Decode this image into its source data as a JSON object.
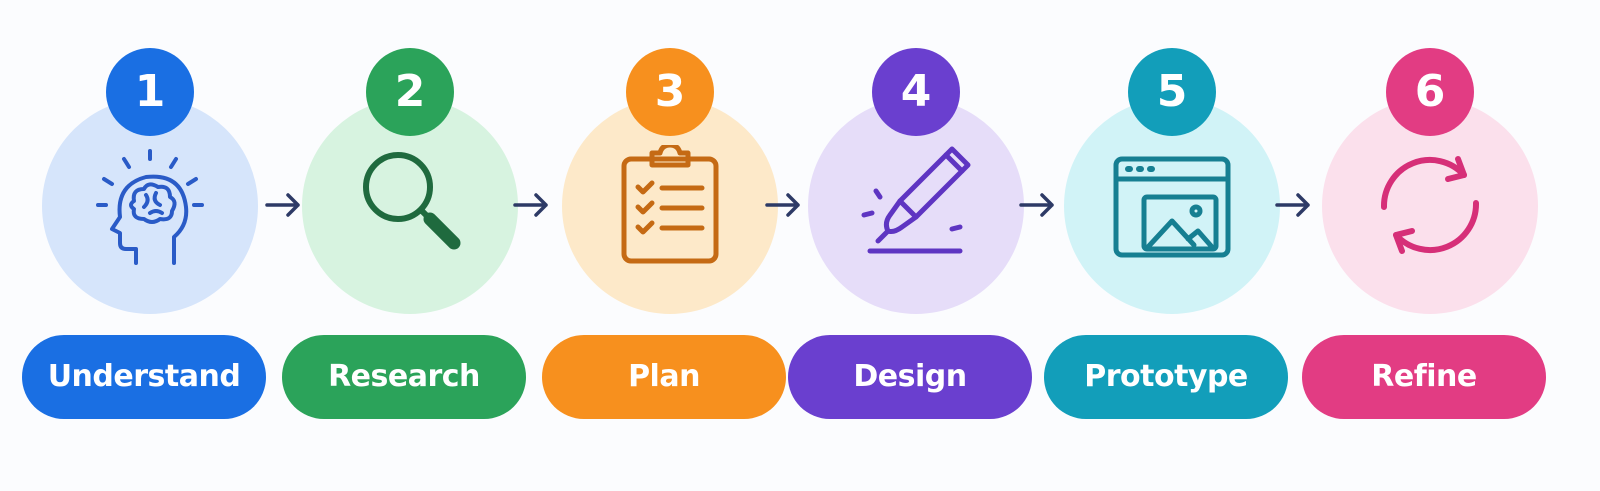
{
  "arrow_color": "#2d3a66",
  "steps": [
    {
      "number": "1",
      "label": "Understand",
      "icon": "brain-head-icon",
      "accent": "#1a6fe3",
      "tint": "#d6e5fb",
      "icon_color": "#2a5bc7"
    },
    {
      "number": "2",
      "label": "Research",
      "icon": "magnifier-icon",
      "accent": "#2ba35a",
      "tint": "#d7f3e0",
      "icon_color": "#1f6a3e"
    },
    {
      "number": "3",
      "label": "Plan",
      "icon": "clipboard-checklist-icon",
      "accent": "#f7901e",
      "tint": "#fde9c9",
      "icon_color": "#c56a14"
    },
    {
      "number": "4",
      "label": "Design",
      "icon": "pencil-icon",
      "accent": "#6a3fcf",
      "tint": "#e6ddf9",
      "icon_color": "#5e35c2"
    },
    {
      "number": "5",
      "label": "Prototype",
      "icon": "browser-window-icon",
      "accent": "#129eba",
      "tint": "#d1f3f7",
      "icon_color": "#167f92"
    },
    {
      "number": "6",
      "label": "Refine",
      "icon": "refresh-cycle-icon",
      "accent": "#e23c83",
      "tint": "#fbe0ec",
      "icon_color": "#d62f78"
    }
  ]
}
